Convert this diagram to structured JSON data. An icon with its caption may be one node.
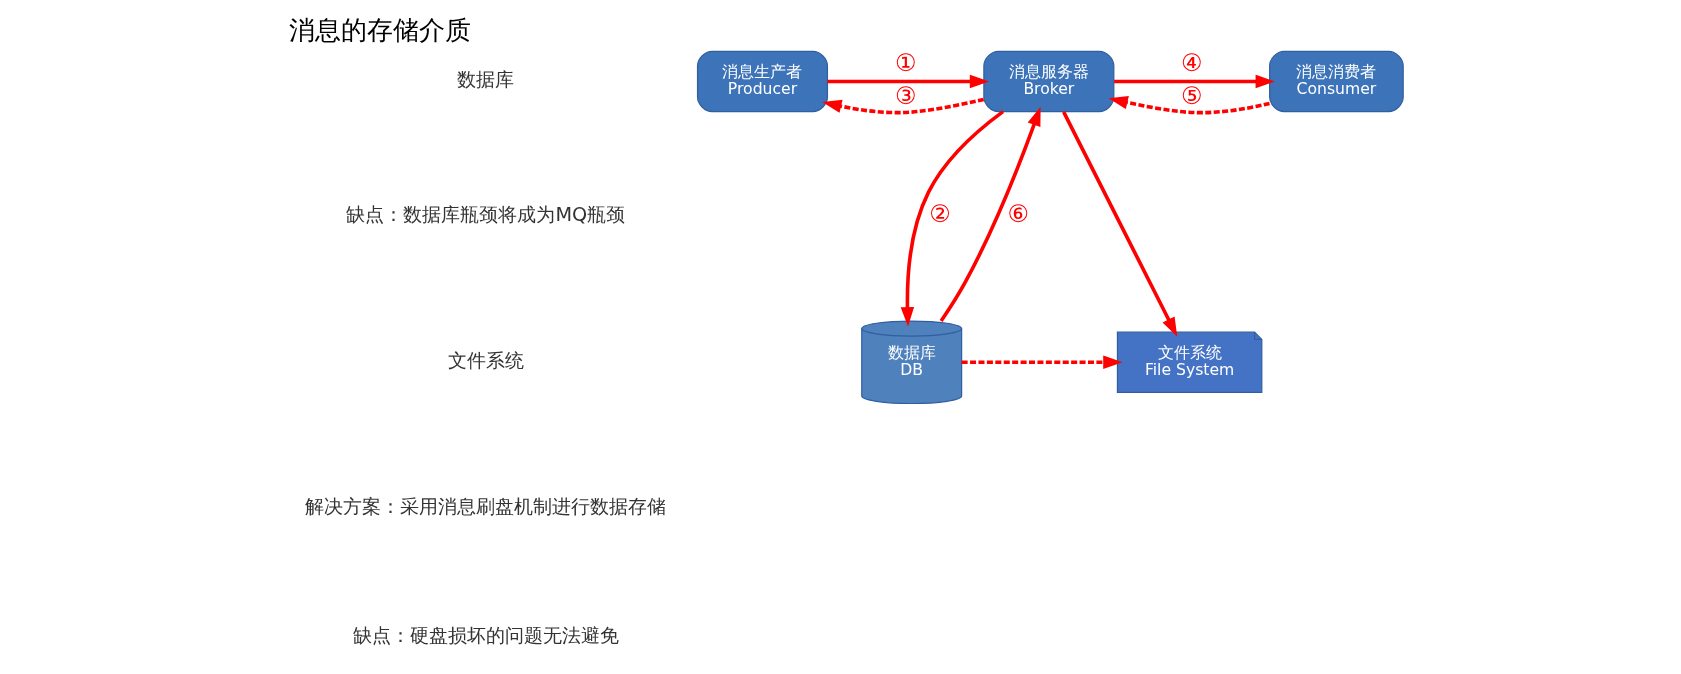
{
  "diagram": {
    "title": "消息的存储介质",
    "nodes": [
      {
        "text": [
          "消息生产者",
          "Producer"
        ]
      },
      {
        "text": [
          "消息服务器",
          "Broker"
        ]
      },
      {
        "text": [
          "消息消费者",
          "Consumer"
        ]
      },
      {
        "text": [
          "数据库",
          "DB"
        ]
      },
      {
        "text": [
          "文件系统",
          "File System"
        ]
      }
    ],
    "edges": [
      {
        "from": 0,
        "to": 1,
        "arrow": "to",
        "label": "①"
      },
      {
        "from": 1,
        "to": 0,
        "arrow": "to",
        "label": "③",
        "style": "dashed"
      },
      {
        "from": 1,
        "to": 2,
        "arrow": "to",
        "label": "④"
      },
      {
        "from": 2,
        "to": 1,
        "arrow": "to",
        "label": "⑤",
        "style": "dashed"
      },
      {
        "from": 1,
        "to": 3,
        "arrow": "to",
        "label": "②"
      },
      {
        "from": 3,
        "to": 1,
        "arrow": "to",
        "label": "⑥"
      },
      {
        "from": 1,
        "to": 4,
        "arrow": "to"
      },
      {
        "from": 3,
        "to": 4,
        "arrow": "to",
        "style": "dashed"
      }
    ],
    "labels": [
      "数据库",
      "缺点：数据库瓶颈将成为MQ瓶颈",
      "文件系统",
      "解决方案：采用消息刷盘机制进行数据存储",
      "缺点：硬盘损坏的问题无法避免"
    ]
  }
}
